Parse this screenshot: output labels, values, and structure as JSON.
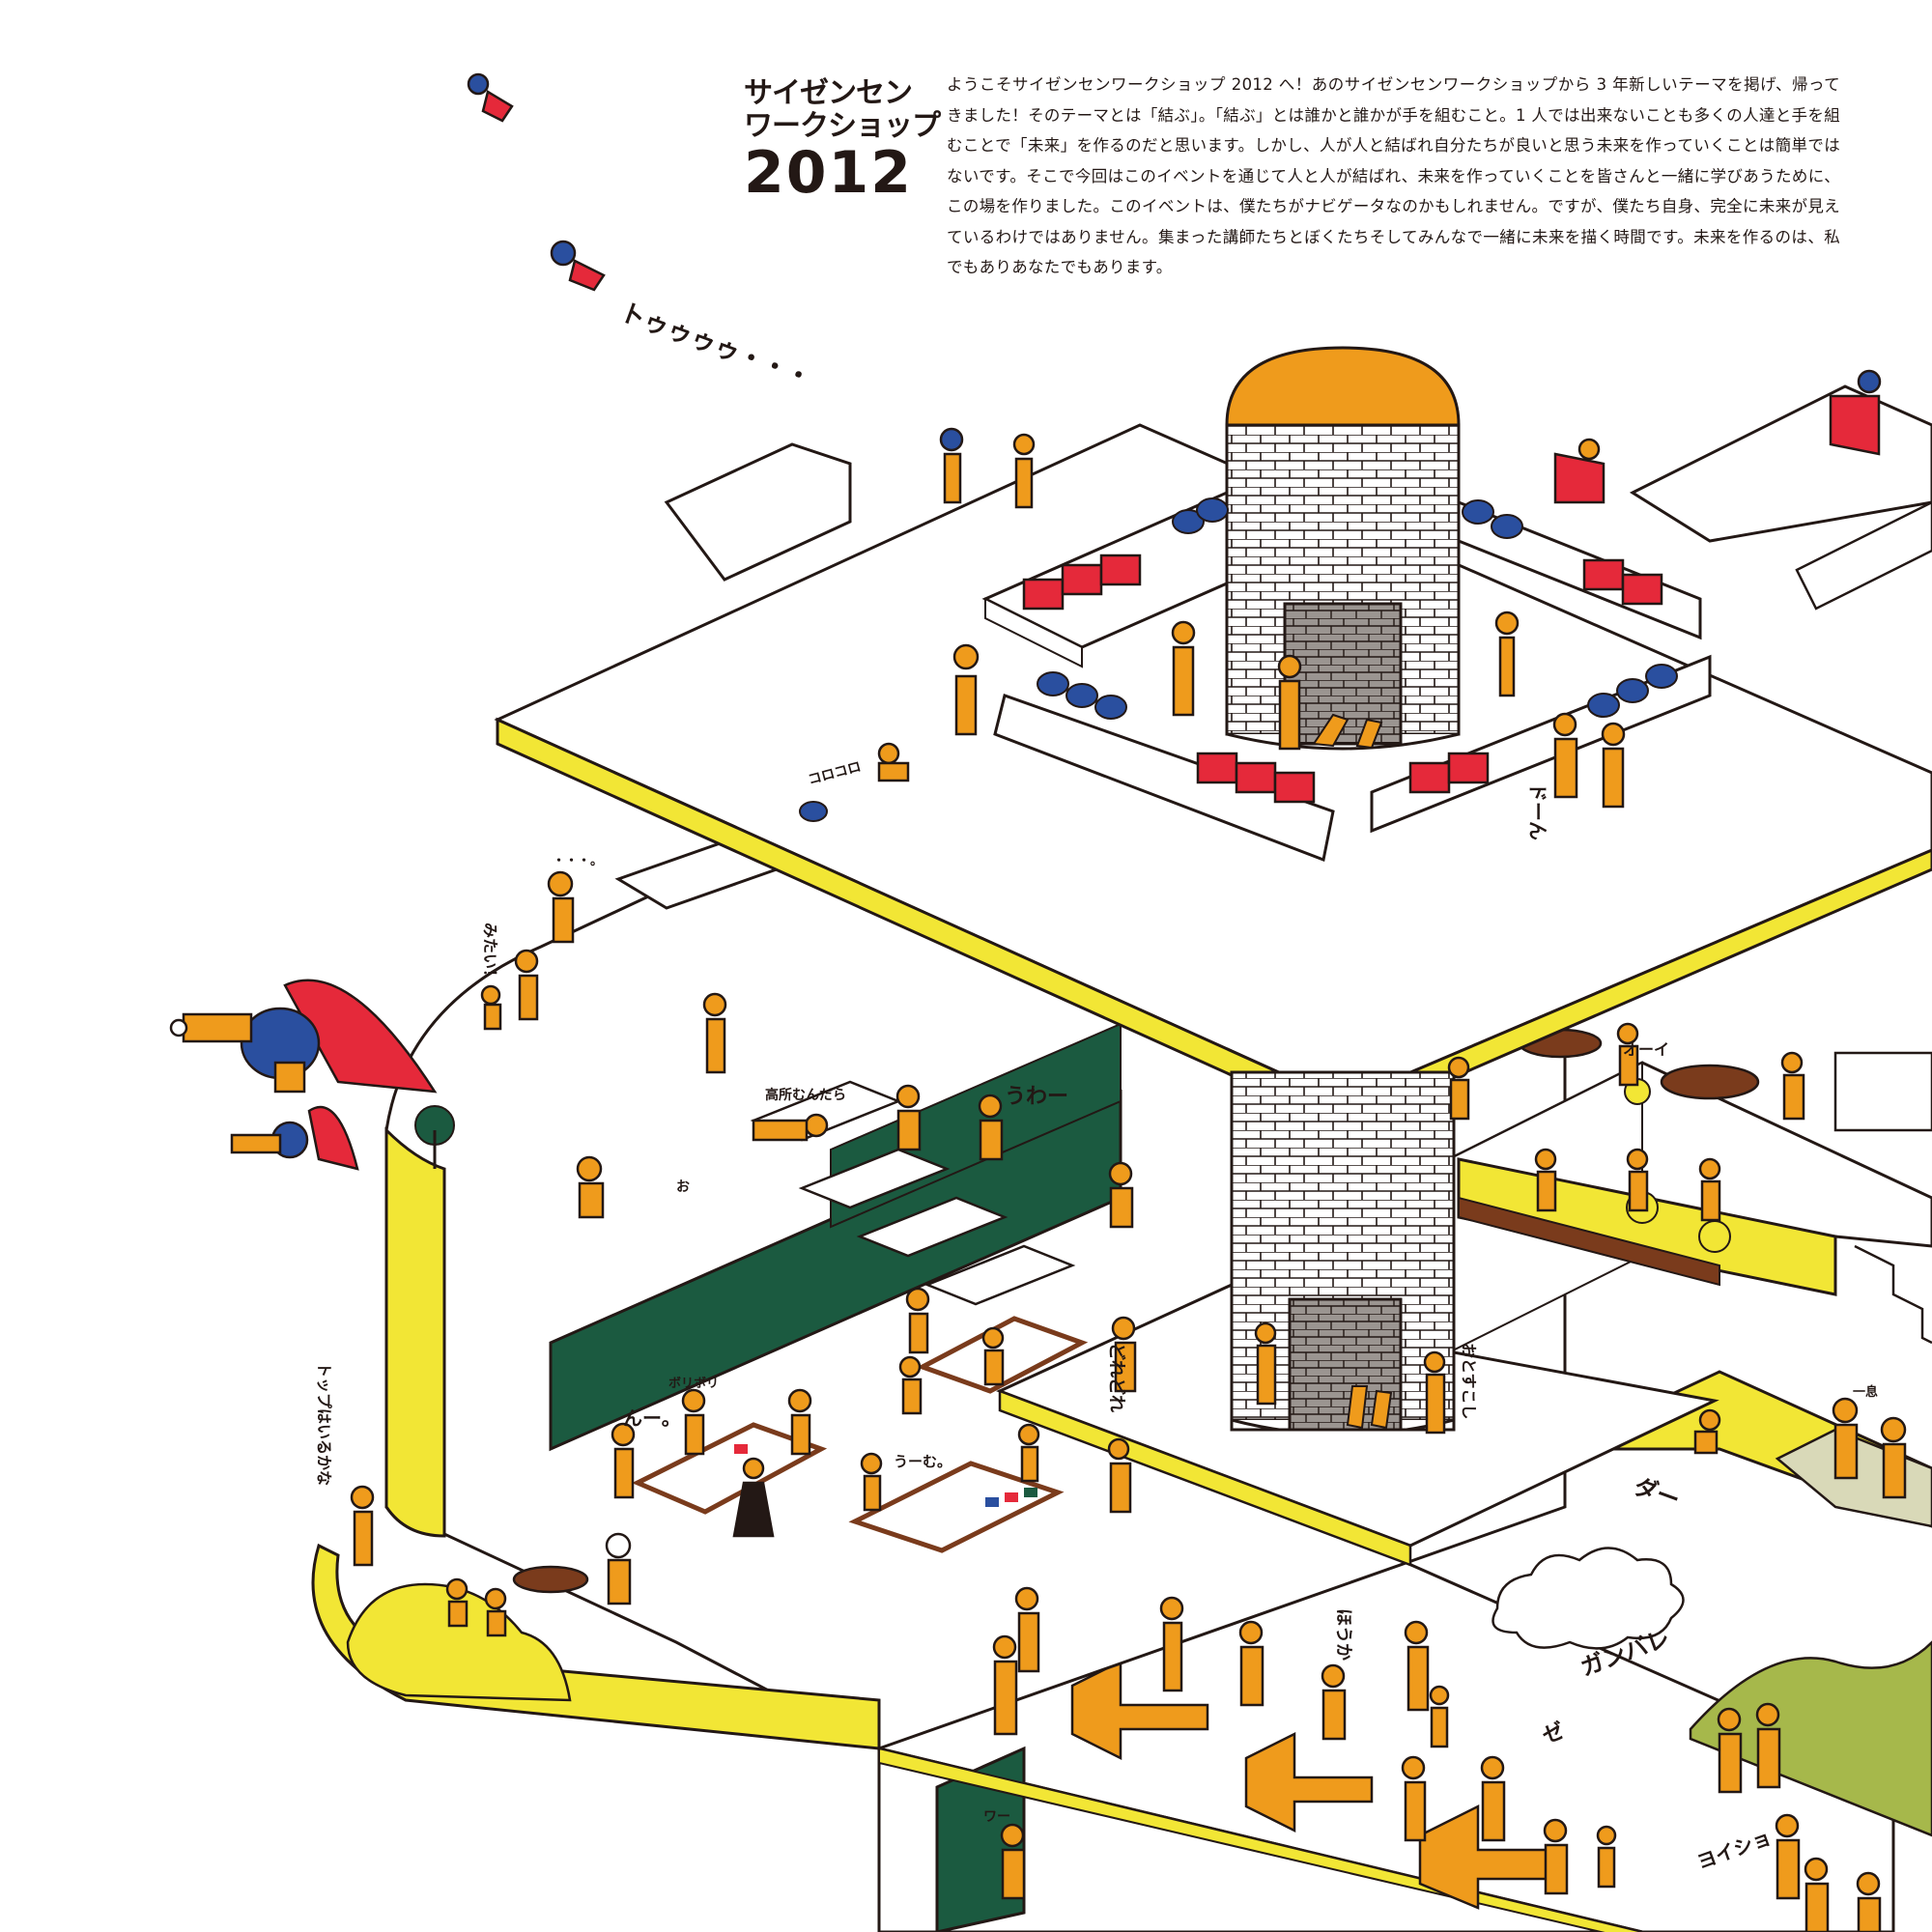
{
  "logo": {
    "line1": "サイゼンセン",
    "line2": "ワークショップ",
    "year": "2012"
  },
  "intro": "ようこそサイゼンセンワークショップ 2012 へ！あのサイゼンセンワークショップから 3 年新しいテーマを掲げ、帰ってきました！そのテーマとは「結ぶ」。「結ぶ」とは誰かと誰かが手を組むこと。1 人では出来ないことも多くの人達と手を組むことで「未来」を作るのだと思います。しかし、人が人と結ばれ自分たちが良いと思う未来を作っていくことは簡単ではないです。そこで今回はこのイベントを通じて人と人が結ばれ、未来を作っていくことを皆さんと一緒に学びあうために、この場を作りました。このイベントは、僕たちがナビゲータなのかもしれません。ですが、僕たち自身、完全に未来が見えているわけではありません。集まった講師たちとぼくたちそしてみんなで一緒に未来を描く時間です。未来を作るのは、私でもありあなたでもあります。",
  "sfx": {
    "fly": "トゥゥゥゥ・・・",
    "roll": "コロコロ",
    "dots": "・・・。",
    "mitai": "みたい！",
    "kousho": "高所むんだら",
    "uwa": "うわー",
    "o": "お",
    "hmm": "んー。",
    "hori": "ボリボリ",
    "uum": "うーむ。",
    "toppu": "トップはいるかな",
    "doredore": "どれどれ",
    "otosu": "おとすこし",
    "dosun": "ドーん",
    "oi": "オーイ",
    "ichi": "一息",
    "da": "ダー",
    "ganbare": "ガンバレ",
    "ze": "ゼ",
    "hora": "ほうか",
    "yoisho": "ヨイショ",
    "wa": "ワー"
  },
  "colors": {
    "orange": "#ef9b1c",
    "yellow": "#f2e635",
    "green": "#1b5a40",
    "red": "#e5293a",
    "blue": "#2a4f9f",
    "brown": "#7a3b1c",
    "line": "#231815",
    "grey": "#9b9591"
  }
}
